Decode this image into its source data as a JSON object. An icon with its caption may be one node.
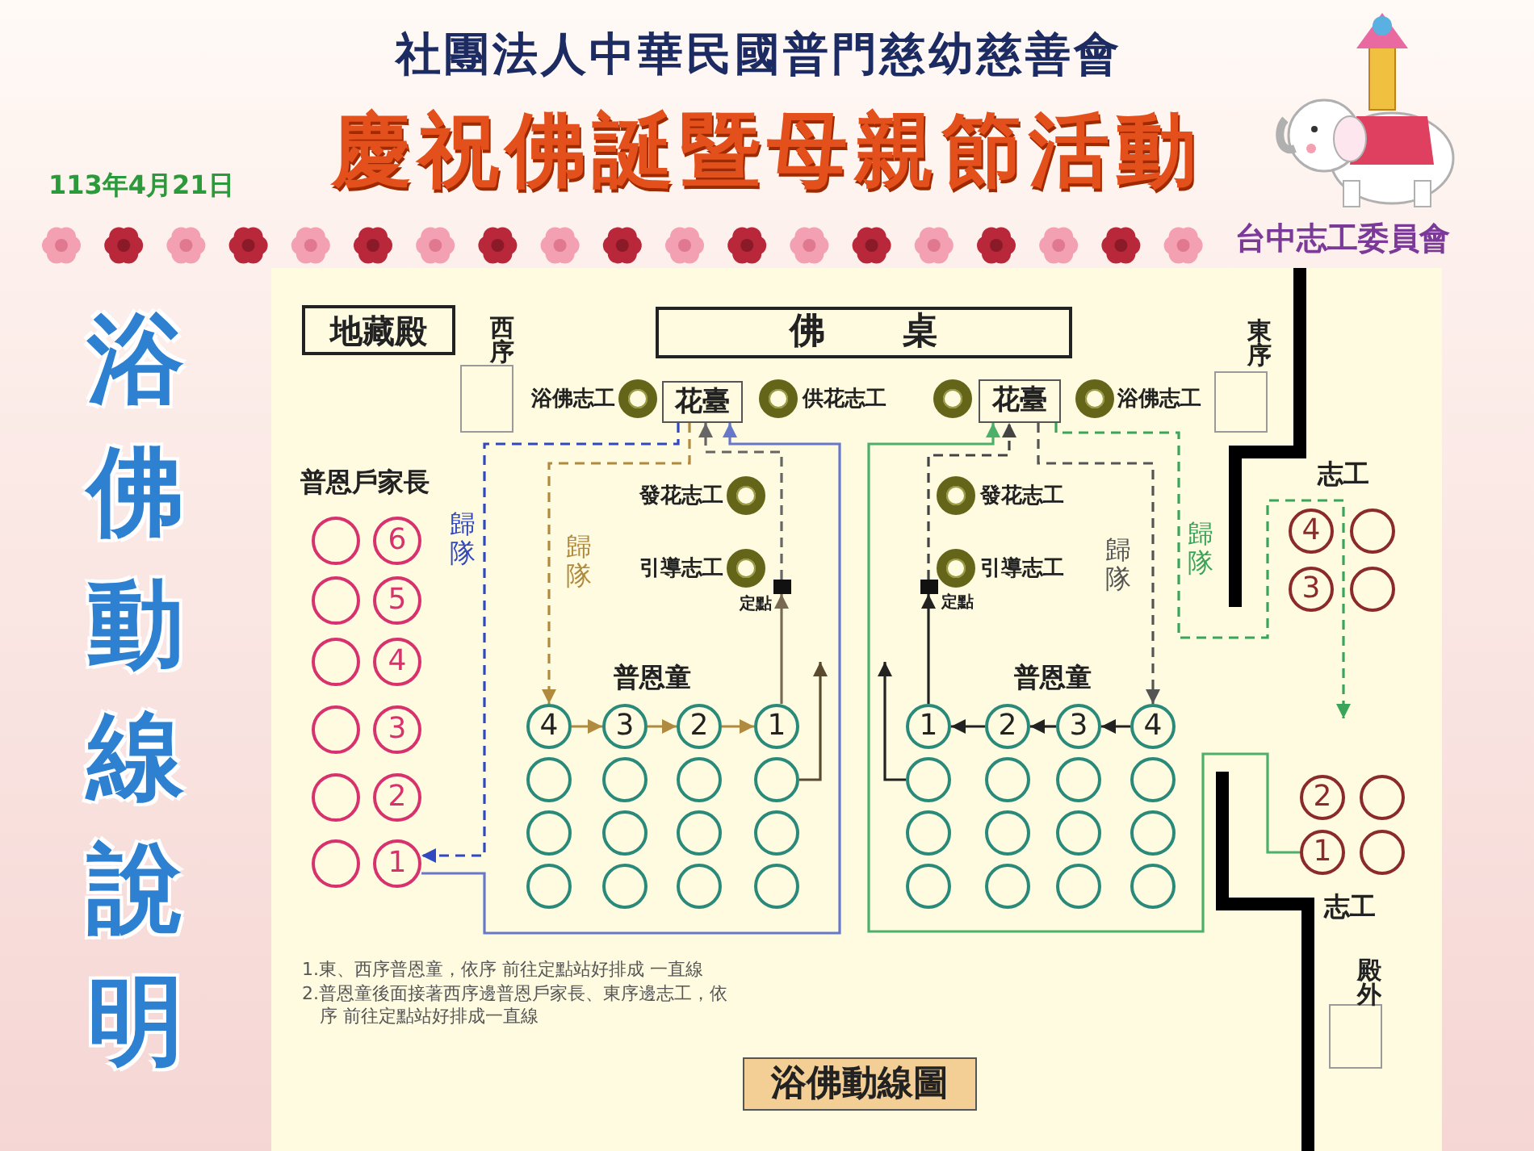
{
  "diagram": {
    "title": "慶祝佛誕暨母親節活動",
    "nodes": [
      {
        "text": [
          "地藏殿"
        ]
      },
      {
        "text": [
          "佛 桌"
        ]
      },
      {
        "text": [
          "西序"
        ]
      },
      {
        "text": [
          "東序"
        ]
      },
      {
        "text": [],
        "shape": "circle",
        "beside": [
          "浴佛志工"
        ]
      },
      {
        "text": [
          "花臺"
        ]
      },
      {
        "text": [],
        "shape": "circle",
        "beside": [
          "供花志工"
        ]
      },
      {
        "text": [],
        "shape": "circle"
      },
      {
        "text": [
          "花臺"
        ]
      },
      {
        "text": [],
        "shape": "circle",
        "beside": [
          "浴佛志工"
        ]
      },
      {
        "text": [],
        "shape": "circle",
        "beside": [
          "發花志工"
        ]
      },
      {
        "text": [],
        "shape": "circle",
        "beside": [
          "發花志工"
        ]
      },
      {
        "text": [],
        "shape": "circle",
        "beside": [
          "引導志工"
        ]
      },
      {
        "text": [],
        "shape": "box",
        "beside": [
          "定點"
        ]
      },
      {
        "text": [],
        "shape": "box",
        "beside": [
          "定點"
        ]
      },
      {
        "text": [],
        "shape": "circle",
        "beside": [
          "引導志工"
        ]
      },
      {
        "text": [],
        "shape": "circle"
      },
      {
        "text": [
          "6"
        ]
      },
      {
        "text": [],
        "shape": "circle"
      },
      {
        "text": [
          "5"
        ]
      },
      {
        "text": [],
        "shape": "circle"
      },
      {
        "text": [
          "4"
        ]
      },
      {
        "text": [],
        "shape": "circle"
      },
      {
        "text": [
          "3"
        ]
      },
      {
        "text": [],
        "shape": "circle"
      },
      {
        "text": [
          "2"
        ]
      },
      {
        "text": [],
        "shape": "circle"
      },
      {
        "text": [
          "1"
        ]
      },
      {
        "text": [
          "4"
        ]
      },
      {
        "text": [
          "3"
        ]
      },
      {
        "text": [
          "2"
        ]
      },
      {
        "text": [
          "1"
        ]
      },
      {
        "text": [],
        "shape": "circle"
      },
      {
        "text": [],
        "shape": "circle"
      },
      {
        "text": [],
        "shape": "circle"
      },
      {
        "text": [],
        "shape": "circle"
      },
      {
        "text": [],
        "shape": "circle"
      },
      {
        "text": [],
        "shape": "circle"
      },
      {
        "text": [],
        "shape": "circle"
      },
      {
        "text": [],
        "shape": "circle"
      },
      {
        "text": [],
        "shape": "circle"
      },
      {
        "text": [],
        "shape": "circle"
      },
      {
        "text": [],
        "shape": "circle"
      },
      {
        "text": [],
        "shape": "circle"
      },
      {
        "text": [
          "1"
        ]
      },
      {
        "text": [
          "2"
        ]
      },
      {
        "text": [
          "3"
        ]
      },
      {
        "text": [
          "4"
        ]
      },
      {
        "text": [],
        "shape": "circle"
      },
      {
        "text": [],
        "shape": "circle"
      },
      {
        "text": [],
        "shape": "circle"
      },
      {
        "text": [],
        "shape": "circle"
      },
      {
        "text": [],
        "shape": "circle"
      },
      {
        "text": [],
        "shape": "circle"
      },
      {
        "text": [],
        "shape": "circle"
      },
      {
        "text": [],
        "shape": "circle"
      },
      {
        "text": [],
        "shape": "circle"
      },
      {
        "text": [],
        "shape": "circle"
      },
      {
        "text": [],
        "shape": "circle"
      },
      {
        "text": [],
        "shape": "circle"
      },
      {
        "text": [
          "4"
        ]
      },
      {
        "text": [],
        "shape": "circle"
      },
      {
        "text": [
          "3"
        ]
      },
      {
        "text": [],
        "shape": "circle"
      },
      {
        "text": [
          "2"
        ]
      },
      {
        "text": [],
        "shape": "circle"
      },
      {
        "text": [
          "1"
        ]
      },
      {
        "text": [],
        "shape": "circle"
      },
      {
        "text": [
          "殿外"
        ]
      },
      {
        "text": [
          "浴佛動線圖"
        ]
      }
    ],
    "edges": [
      {
        "from": 5,
        "to": 28,
        "arrow": "to",
        "style": "dashed",
        "color": "#b08a3e",
        "label": "歸隊"
      },
      {
        "from": 28,
        "to": 29,
        "arrow": "to",
        "color": "#b08a3e"
      },
      {
        "from": 29,
        "to": 30,
        "arrow": "to",
        "color": "#b08a3e"
      },
      {
        "from": 30,
        "to": 31,
        "arrow": "to",
        "color": "#b08a3e"
      },
      {
        "from": 31,
        "to": 13,
        "arrow": "to",
        "color": "#7a6a55"
      },
      {
        "from": 13,
        "to": 5,
        "arrow": "to",
        "style": "dashed",
        "color": "#666666"
      },
      {
        "from": 35,
        "to": null,
        "arrow": "to",
        "color": "#5a4a30"
      },
      {
        "from": 5,
        "to": 27,
        "arrow": "to",
        "style": "dashed",
        "color": "#3048c0",
        "label": "歸隊"
      },
      {
        "from": 27,
        "to": 5,
        "arrow": "to",
        "color": "#6878c8"
      },
      {
        "from": 8,
        "to": 47,
        "arrow": "to",
        "style": "dashed",
        "color": "#555555",
        "label": "歸隊"
      },
      {
        "from": 47,
        "to": 46,
        "arrow": "to",
        "color": "#222222"
      },
      {
        "from": 46,
        "to": 45,
        "arrow": "to",
        "color": "#222222"
      },
      {
        "from": 45,
        "to": 44,
        "arrow": "to",
        "color": "#222222"
      },
      {
        "from": 44,
        "to": 14,
        "arrow": "to",
        "color": "#222222"
      },
      {
        "from": 14,
        "to": 8,
        "arrow": "to",
        "style": "dashed",
        "color": "#444444"
      },
      {
        "from": 48,
        "to": null,
        "arrow": "to",
        "color": "#222222"
      },
      {
        "from": 66,
        "to": 8,
        "arrow": "to",
        "color": "#4caf6a"
      },
      {
        "from": 8,
        "to": null,
        "arrow": "to",
        "style": "dashed",
        "color": "#3aa55a",
        "label": "歸隊"
      }
    ],
    "labels": [
      "社團法人中華民國普門慈幼慈善會",
      "113年4月21日",
      "台中志工委員會",
      "浴佛動線說明",
      "普恩戶家長",
      "普恩童",
      "普恩童",
      "志工",
      "志工",
      "1.東、西序普恩童，依序 前往定點站好排成 一直線",
      "2.普恩童後面接著西序邊普恩戶家長、東序邊志工，依序 前往定點站好排成一直線"
    ]
  }
}
